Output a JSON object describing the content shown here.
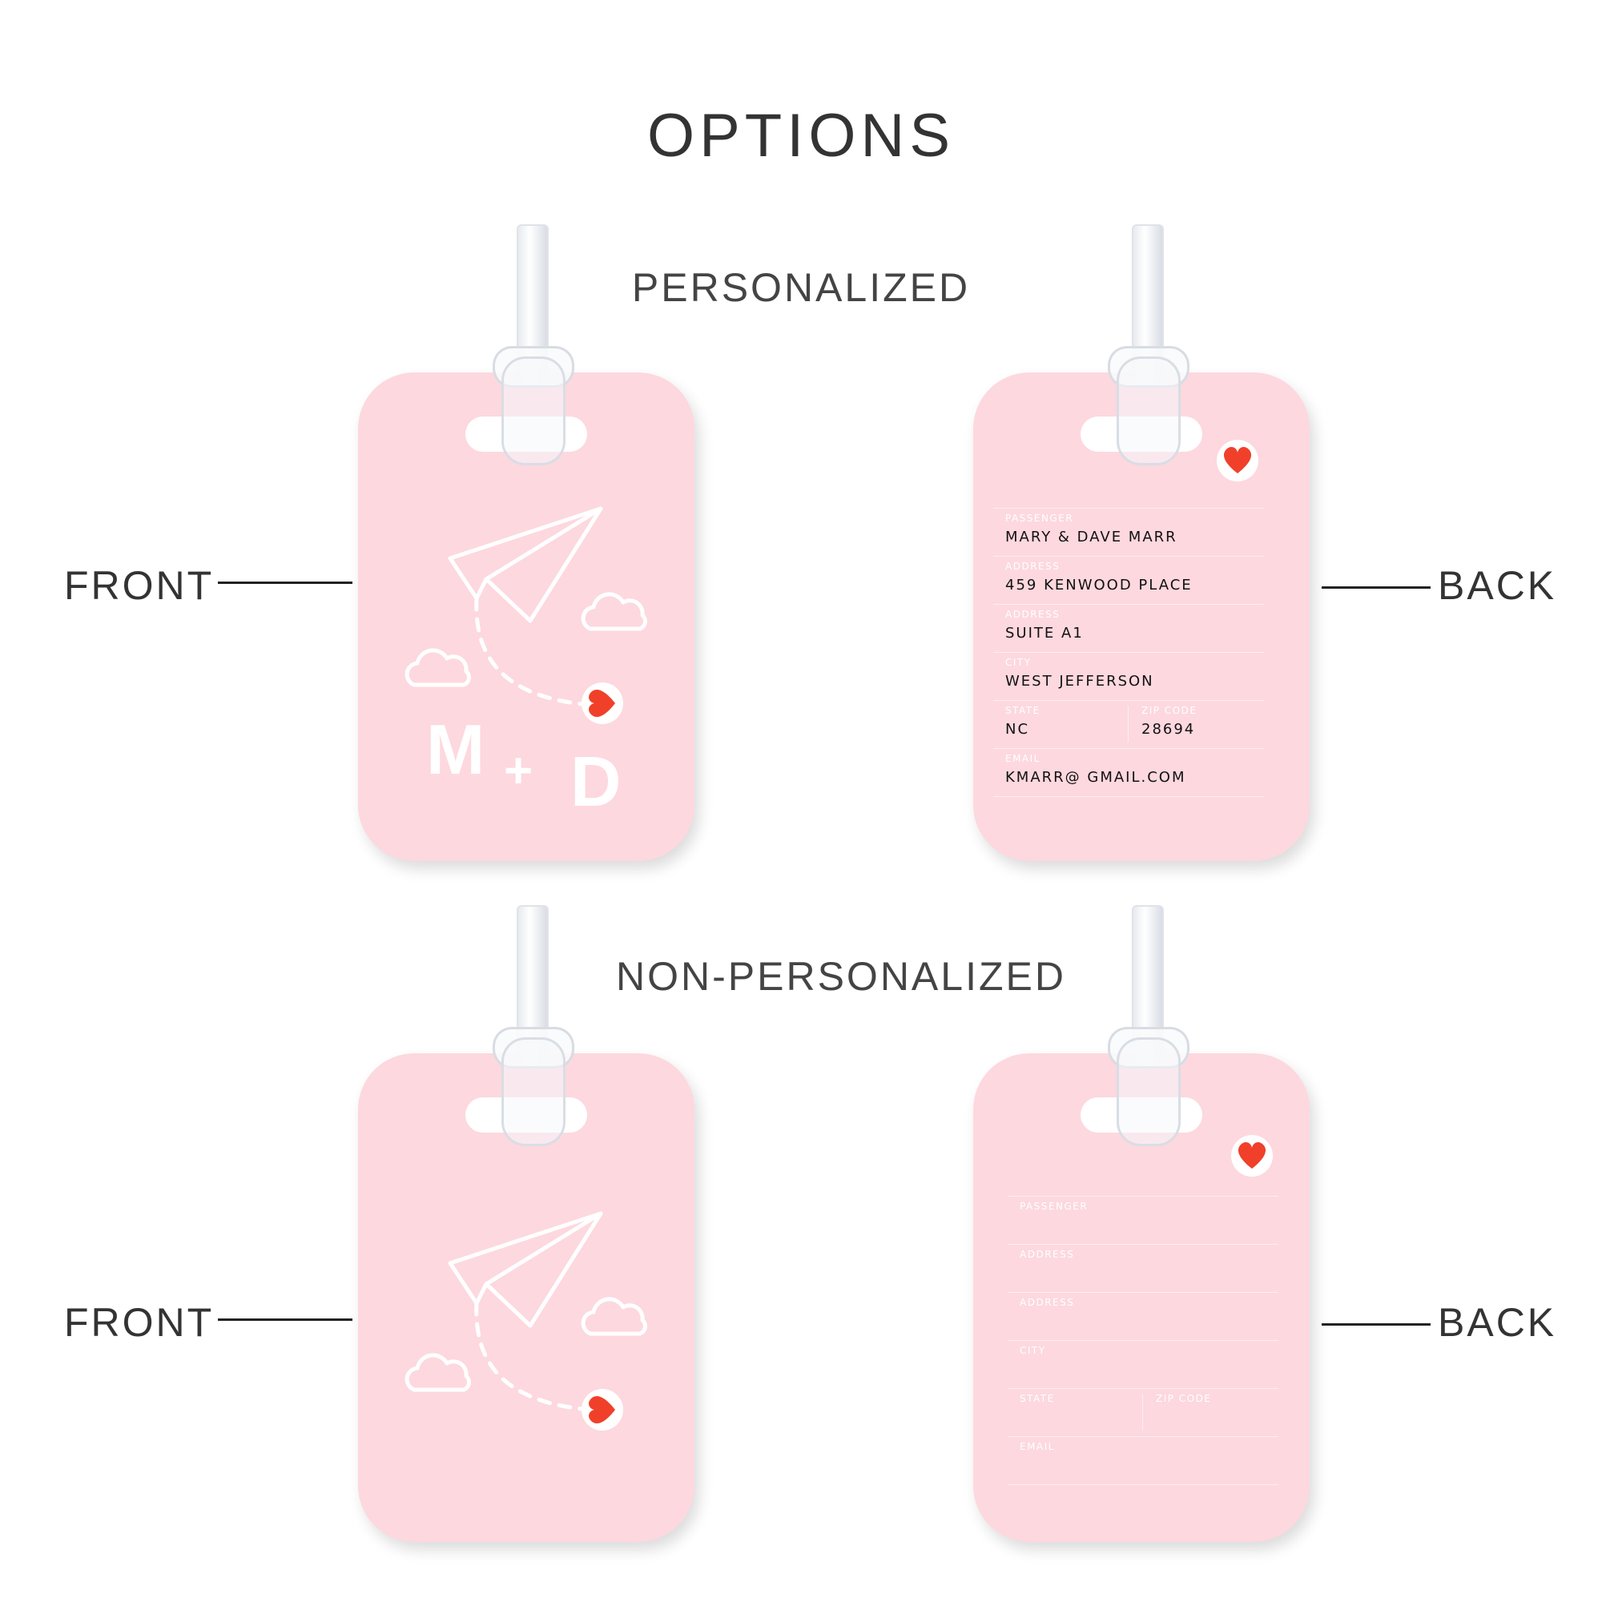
{
  "title": "OPTIONS",
  "sections": {
    "personalized": "PERSONALIZED",
    "non_personalized": "NON-PERSONALIZED"
  },
  "side_labels": {
    "front": "FRONT",
    "back": "BACK"
  },
  "colors": {
    "tag_pink": "#fdd8df",
    "heart_red": "#f0402a",
    "line_white": "#ffffff",
    "text_dark": "#333333"
  },
  "icons": [
    "paper-plane-icon",
    "cloud-icon",
    "heart-icon",
    "luggage-strap-icon"
  ],
  "personalized": {
    "front": {
      "m": "M",
      "plus": "+",
      "d": "D"
    },
    "back": {
      "passenger_label": "PASSENGER",
      "passenger": "MARY & DAVE MARR",
      "address_label": "ADDRESS",
      "address": "459  KENWOOD PLACE",
      "address2_label": "ADDRESS",
      "address2": "SUITE A1",
      "city_label": "CITY",
      "city": "WEST JEFFERSON",
      "state_label": "STATE",
      "state": "NC",
      "zip_label": "ZIP CODE",
      "zip": "28694",
      "email_label": "EMAIL",
      "email": "KMARR@ GMAIL.COM"
    }
  },
  "non_personalized": {
    "back": {
      "passenger_label": "PASSENGER",
      "address_label": "ADDRESS",
      "address2_label": "ADDRESS",
      "city_label": "CITY",
      "state_label": "STATE",
      "zip_label": "ZIP CODE",
      "email_label": "EMAIL"
    }
  }
}
